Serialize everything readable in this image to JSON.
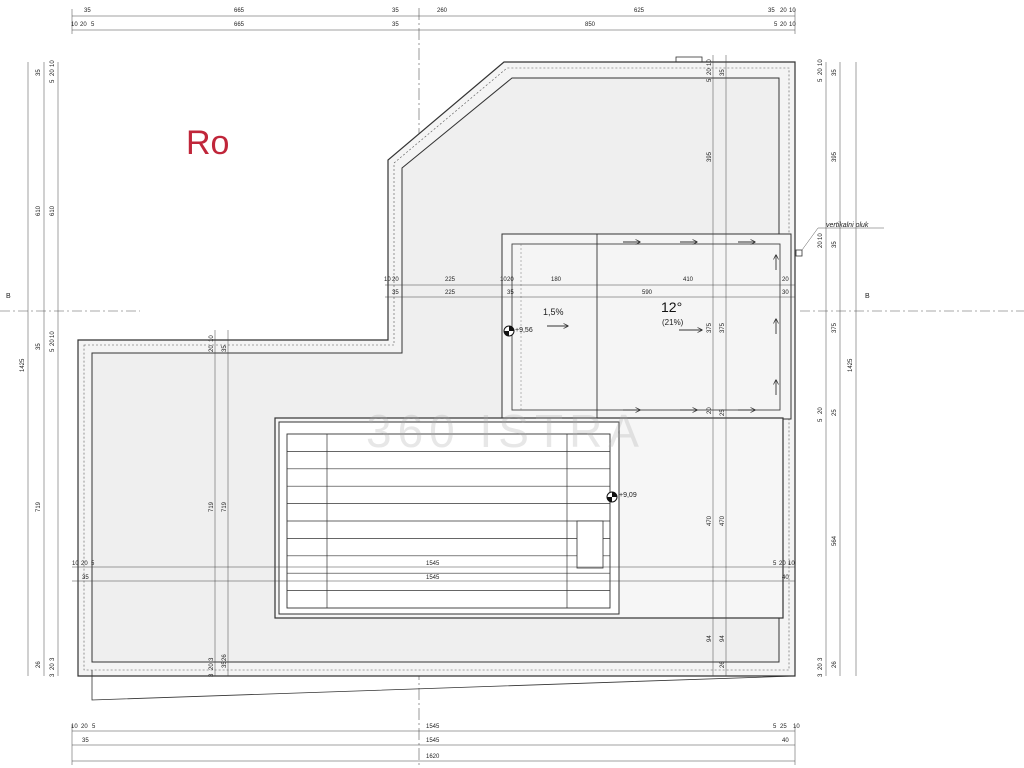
{
  "title": "Ro",
  "watermark": "360 ISTRA",
  "colors": {
    "line": "#333333",
    "fill": "#f1f1f1",
    "title": "#c0263a"
  },
  "top_dims": {
    "r1": [
      "35",
      "665",
      "35",
      "260",
      "625",
      "35",
      "20",
      "10"
    ],
    "r2": [
      "10",
      "20",
      "5",
      "665",
      "35",
      "850",
      "5",
      "20",
      "10"
    ]
  },
  "bottom_dims": {
    "r1": [
      "10",
      "20",
      "5",
      "1545",
      "5",
      "25",
      "10"
    ],
    "r2": [
      "35",
      "1545",
      "40"
    ],
    "r3": [
      "1620"
    ]
  },
  "left_dims": {
    "outer": "1425",
    "a": [
      "35",
      "610",
      "35",
      "719",
      "26"
    ],
    "b": [
      "5",
      "20",
      "10",
      "610",
      "5",
      "20",
      "10",
      "3",
      "20",
      "3"
    ]
  },
  "right_dims": {
    "outer": "1425",
    "a": [
      "35",
      "395",
      "35",
      "375",
      "25",
      "564",
      "26"
    ],
    "b": [
      "5",
      "20",
      "10",
      "20",
      "10",
      "5",
      "20",
      "3",
      "20",
      "3"
    ]
  },
  "inner_dims": {
    "row1": [
      "10",
      "20",
      "225",
      "10",
      "20",
      "180",
      "410",
      "20"
    ],
    "row2": [
      "35",
      "225",
      "35",
      "590",
      "30"
    ],
    "mid1": [
      "10",
      "20",
      "5",
      "1545",
      "5",
      "20",
      "10"
    ],
    "mid2": [
      "35",
      "1545",
      "40"
    ],
    "v_mid": [
      "10",
      "20",
      "35",
      "719",
      "719",
      "35",
      "3",
      "20",
      "3",
      "26"
    ],
    "v_right": [
      "5",
      "20",
      "10",
      "395",
      "35",
      "375",
      "375",
      "20",
      "25",
      "470",
      "470",
      "94",
      "94",
      "26"
    ]
  },
  "section_marks": [
    "B",
    "B"
  ],
  "annotations": {
    "slope_pct": "1,5%",
    "roof_angle": "12°",
    "roof_pct": "(21%)",
    "level_1": "+9,56",
    "level_2": "+9,09",
    "downpipe": "vertikalni oluk"
  }
}
